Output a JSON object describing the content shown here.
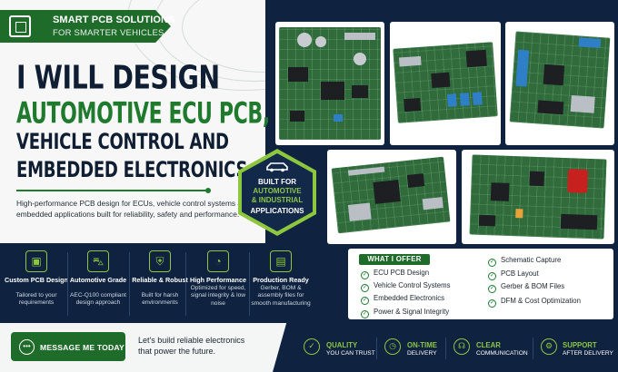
{
  "badge": {
    "line1": "SMART PCB SOLUTIONS",
    "line2": "FOR SMARTER VEHICLES",
    "icon": "chip-icon"
  },
  "headline": {
    "line1": "I WILL DESIGN",
    "line2": "AUTOMOTIVE ECU PCB,",
    "line3": "VEHICLE CONTROL AND",
    "line4": "EMBEDDED ELECTRONICS"
  },
  "description": "High-performance PCB design for ECUs, vehicle control systems and embedded applications built for reliability, safety and performance.",
  "hex_badge": {
    "line1": "BUILT FOR",
    "line2": "AUTOMOTIVE",
    "line3": "& INDUSTRIAL",
    "line4": "APPLICATIONS",
    "icon": "car-icon"
  },
  "features": [
    {
      "icon": "chip-icon",
      "title": "Custom PCB Design",
      "desc": "Tailored to your requirements"
    },
    {
      "icon": "car-icon",
      "title": "Automotive Grade",
      "desc": "AEC-Q100 compliant design approach"
    },
    {
      "icon": "shield-icon",
      "title": "Reliable & Robust",
      "desc": "Built for harsh environments"
    },
    {
      "icon": "gauge-icon",
      "title": "High Performance",
      "desc": "Optimized for speed, signal integrity & low noise"
    },
    {
      "icon": "document-icon",
      "title": "Production Ready",
      "desc": "Gerber, BOM & assembly files for smooth manufacturing"
    }
  ],
  "offer": {
    "title": "WHAT I OFFER",
    "left": [
      "ECU PCB Design",
      "Vehicle Control Systems",
      "Embedded Electronics",
      "Power & Signal Integrity"
    ],
    "right": [
      "Schematic Capture",
      "PCB Layout",
      "Gerber & BOM Files",
      "DFM & Cost Optimization"
    ]
  },
  "cta": {
    "label": "MESSAGE ME TODAY",
    "icon": "chat-icon"
  },
  "tagline": "Let's build reliable electronics that power the future.",
  "benefits": [
    {
      "icon": "shield-check-icon",
      "title": "QUALITY",
      "sub": "YOU CAN TRUST"
    },
    {
      "icon": "clock-icon",
      "title": "ON-TIME",
      "sub": "DELIVERY"
    },
    {
      "icon": "headset-icon",
      "title": "CLEAR",
      "sub": "COMMUNICATION"
    },
    {
      "icon": "gear-icon",
      "title": "SUPPORT",
      "sub": "AFTER DELIVERY"
    }
  ],
  "colors": {
    "navy": "#0f2340",
    "green": "#1f6b2a",
    "lime": "#8dc63f"
  }
}
